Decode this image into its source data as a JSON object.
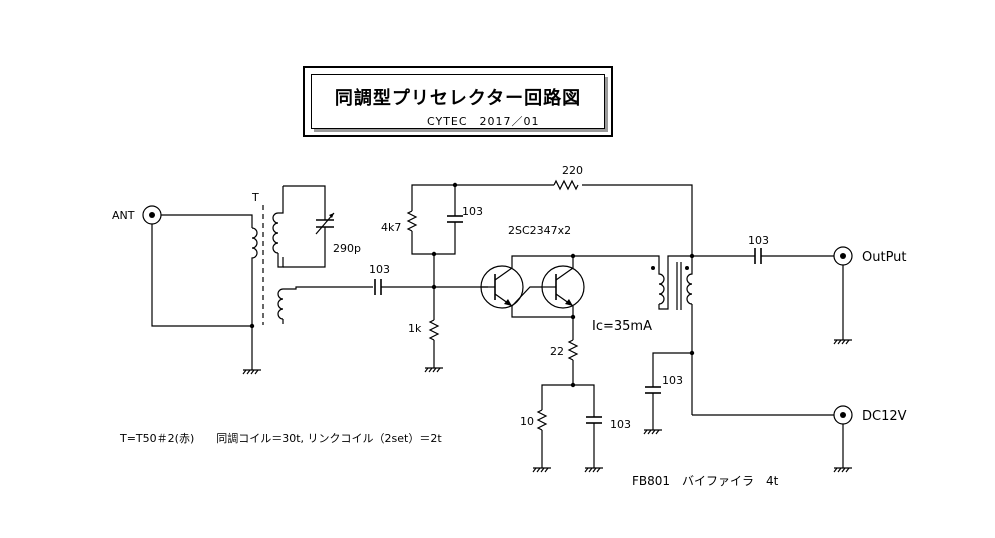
{
  "title": {
    "main": "同調型プリセレクター回路図",
    "sub": "CYTEC　2017／01"
  },
  "labels": {
    "ant": "ANT",
    "transformer": "T",
    "cap_290p": "290p",
    "res_4k7": "4k7",
    "cap_103_feedback": "103",
    "res_220": "220",
    "transistor": "2SC2347x2",
    "cap_103_input": "103",
    "res_1k": "1k",
    "ic": "Ic=35mA",
    "res_22": "22",
    "res_10": "10",
    "cap_103_emitter": "103",
    "cap_103_output": "103",
    "output": "OutPut",
    "cap_103_supply": "103",
    "dc12v": "DC12V"
  },
  "notes": {
    "core": "T=T50＃2(赤)　　同調コイル＝30t, リンクコイル（2set）＝2t",
    "fb": "FB801　バイファイラ　4t"
  }
}
